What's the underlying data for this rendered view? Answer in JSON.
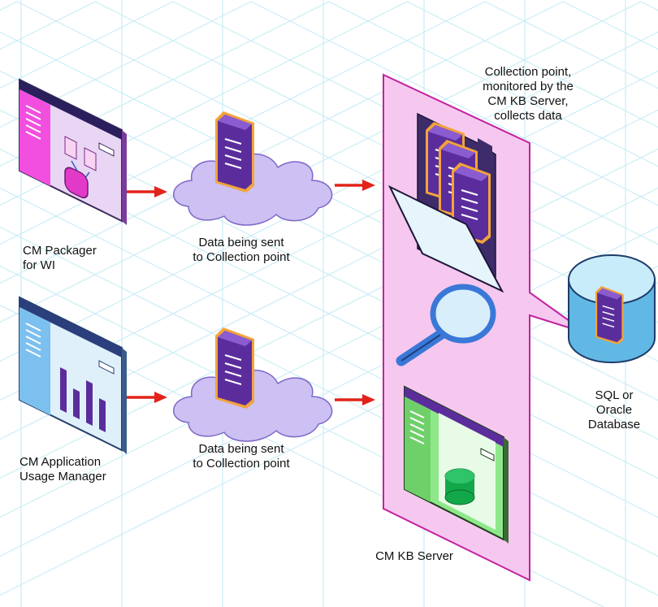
{
  "labels": {
    "packager": "CM Packager\nfor WI",
    "usage_manager": "CM Application\nUsage Manager",
    "data_sent_top": "Data being sent\nto Collection point",
    "data_sent_bottom": "Data being sent\nto Collection point",
    "collection_point": "Collection point,\nmonitored by the\nCM KB Server,\ncollects data",
    "kb_server": "CM KB Server",
    "database": "SQL or\nOracle\nDatabase"
  },
  "colors": {
    "grid": "#c9ecf6",
    "zone_fill": "#f6c8ef",
    "zone_stroke": "#c2229f",
    "arrow": "#e2231a",
    "doc_fill": "#5b2d9c",
    "doc_border": "#f3a33a",
    "cloud": "#cdc0f2",
    "packager_accent": "#f24fe0",
    "usage_accent": "#7cc0f0",
    "server_accent": "#7ee07c",
    "database": "#8fd3f3",
    "magnifier": "#3a78d8"
  },
  "icons": [
    "packager-window-icon",
    "usage-manager-window-icon",
    "document-icon",
    "cloud-icon",
    "folder-icon",
    "magnifier-icon",
    "kb-server-window-icon",
    "database-icon",
    "arrow-icon"
  ]
}
